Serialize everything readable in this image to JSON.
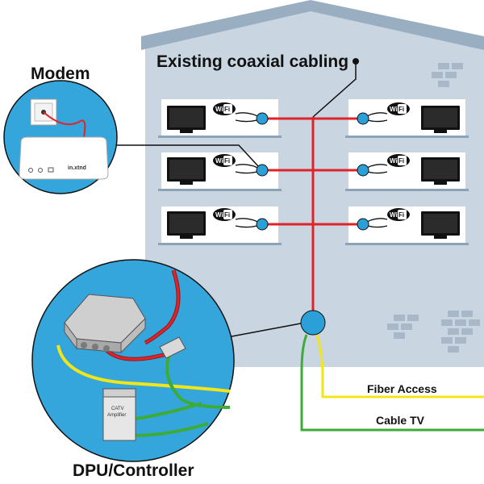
{
  "labels": {
    "existing_cabling": "Existing coaxial cabling",
    "modem": "Modem",
    "dpu_controller": "DPU/Controller",
    "fiber_access": "Fiber Access",
    "cable_tv": "Cable TV"
  },
  "modem_device": {
    "brand": "in.xtnd"
  },
  "amplifier": {
    "line1": "CATV",
    "line2": "Amplifier"
  },
  "wifi_badge": "Wi Fi",
  "colors": {
    "building": "#c9d6e2",
    "roof": "#9aaec1",
    "coax": "#e0232a",
    "fiber": "#f2e51a",
    "cable_tv": "#3cab38",
    "node": "#2a9fd8",
    "circle_bg": "#35a6dc"
  },
  "icons": [
    "tv-icon",
    "wifi-icon",
    "coax-node-icon",
    "brick-icon",
    "modem-icon",
    "amplifier-icon",
    "splitter-icon"
  ]
}
